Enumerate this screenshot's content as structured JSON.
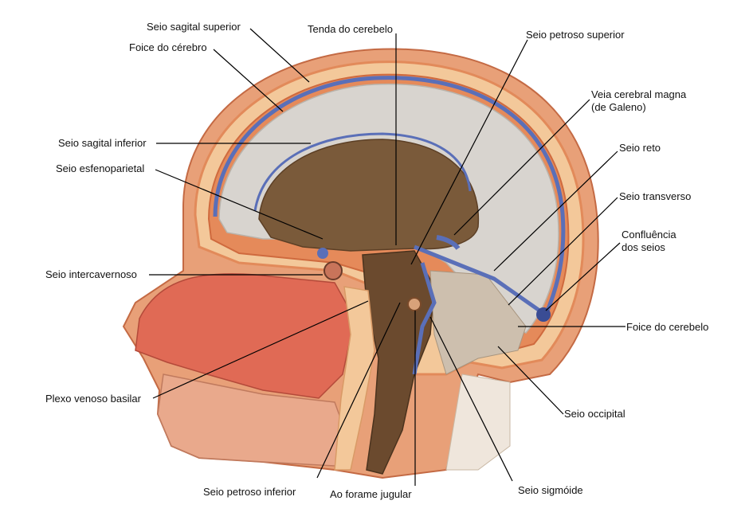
{
  "labels": {
    "seio_sagital_superior": "Seio sagital superior",
    "tenda_do_cerebelo": "Tenda do cerebelo",
    "seio_petroso_superior": "Seio petroso superior",
    "foice_do_cerebro": "Foice do cérebro",
    "veia_cerebral_magna_1": "Veia cerebral magna",
    "veia_cerebral_magna_2": "(de Galeno)",
    "seio_sagital_inferior": "Seio sagital inferior",
    "seio_reto": "Seio reto",
    "seio_esfenoparietal": "Seio esfenoparietal",
    "seio_transverso": "Seio transverso",
    "confluencia_1": "Confluência",
    "confluencia_2": "dos seios",
    "seio_intercavernoso": "Seio intercavernoso",
    "foice_do_cerebelo": "Foice do cerebelo",
    "plexo_venoso_basilar": "Plexo venoso basilar",
    "seio_occipital": "Seio occipital",
    "seio_petroso_inferior": "Seio petroso inferior",
    "ao_forame_jugular": "Ao forame jugular",
    "seio_sigmoide": "Seio sigmóide"
  },
  "colors": {
    "scalp": "#e8a078",
    "bone": "#f3c89a",
    "dura": "#e58a5a",
    "falx": "#d8d4cf",
    "brainstem": "#6b4a2e",
    "sinus": "#5a6fb8",
    "nasal": "#e06a55",
    "leader": "#000000"
  }
}
